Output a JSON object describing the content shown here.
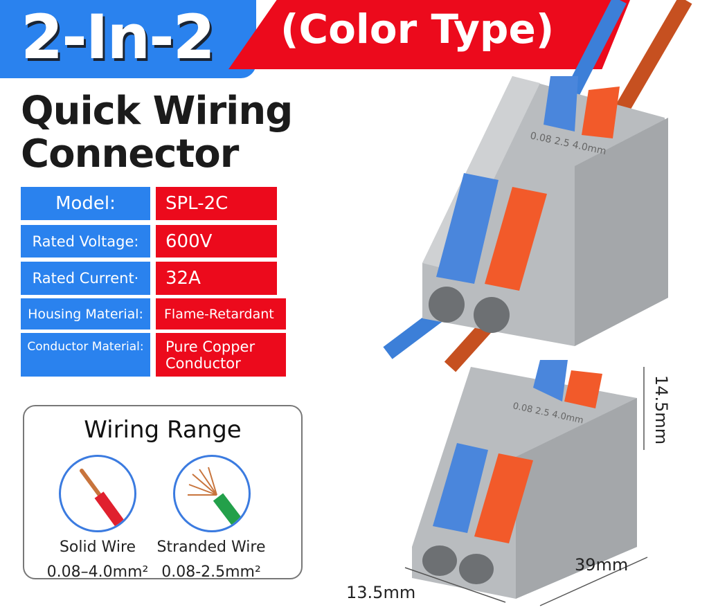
{
  "header": {
    "title": "2-In-2",
    "subtitle": "(Color Type)"
  },
  "headline": {
    "line1": "Quick Wiring",
    "line2": "Connector"
  },
  "specs": [
    {
      "label": "Model:",
      "value": "SPL-2C"
    },
    {
      "label": "Rated Voltage:",
      "value": "600V"
    },
    {
      "label": "Rated Current·",
      "value": "32A"
    },
    {
      "label": "Housing Material:",
      "value": "Flame-Retardant"
    },
    {
      "label": "Conductor Material:",
      "value": "Pure Copper Conductor"
    }
  ],
  "wiring": {
    "title": "Wiring Range",
    "solid": {
      "name": "Solid Wire",
      "range": "0.08–4.0mm²"
    },
    "stranded": {
      "name": "Stranded Wire",
      "range": "0.08-2.5mm²"
    }
  },
  "product": {
    "embossed": "0.08 2.5 4.0mm"
  },
  "dimensions": {
    "height": "14.5mm",
    "length": "39mm",
    "width": "13.5mm"
  },
  "colors": {
    "blue": "#2a82ee",
    "red": "#ec0a1c",
    "lever_blue": "#4a86dc",
    "lever_orange": "#f25a2a",
    "housing": "#b9bcbf"
  }
}
